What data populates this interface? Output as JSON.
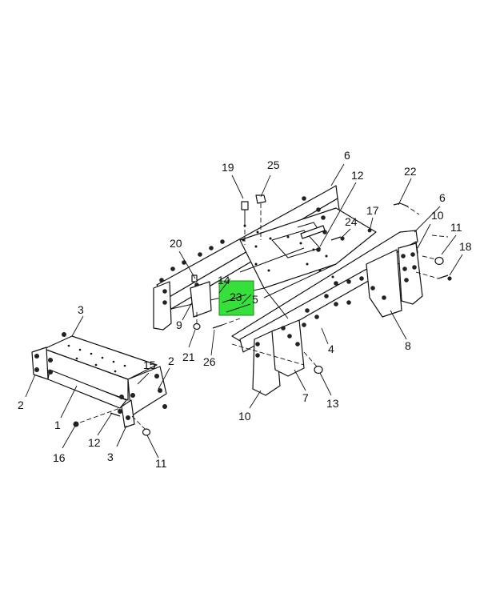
{
  "highlight": {
    "color": "#36e03a",
    "label": "23"
  },
  "callouts": [
    {
      "id": "c19",
      "text": "19"
    },
    {
      "id": "c25",
      "text": "25"
    },
    {
      "id": "c6a",
      "text": "6"
    },
    {
      "id": "c12a",
      "text": "12"
    },
    {
      "id": "c22",
      "text": "22"
    },
    {
      "id": "c6b",
      "text": "6"
    },
    {
      "id": "c10a",
      "text": "10"
    },
    {
      "id": "c11a",
      "text": "11"
    },
    {
      "id": "c18",
      "text": "18"
    },
    {
      "id": "c17",
      "text": "17"
    },
    {
      "id": "c24",
      "text": "24"
    },
    {
      "id": "c20",
      "text": "20"
    },
    {
      "id": "c14",
      "text": "14"
    },
    {
      "id": "c23",
      "text": "23"
    },
    {
      "id": "c5",
      "text": "5"
    },
    {
      "id": "c9",
      "text": "9"
    },
    {
      "id": "c21",
      "text": "21"
    },
    {
      "id": "c26",
      "text": "26"
    },
    {
      "id": "c4",
      "text": "4"
    },
    {
      "id": "c8",
      "text": "8"
    },
    {
      "id": "c3a",
      "text": "3"
    },
    {
      "id": "c15",
      "text": "15"
    },
    {
      "id": "c2a",
      "text": "2"
    },
    {
      "id": "c2b",
      "text": "2"
    },
    {
      "id": "c1",
      "text": "1"
    },
    {
      "id": "c12b",
      "text": "12"
    },
    {
      "id": "c16",
      "text": "16"
    },
    {
      "id": "c3b",
      "text": "3"
    },
    {
      "id": "c11b",
      "text": "11"
    },
    {
      "id": "c10b",
      "text": "10"
    },
    {
      "id": "c7",
      "text": "7"
    },
    {
      "id": "c13",
      "text": "13"
    }
  ]
}
